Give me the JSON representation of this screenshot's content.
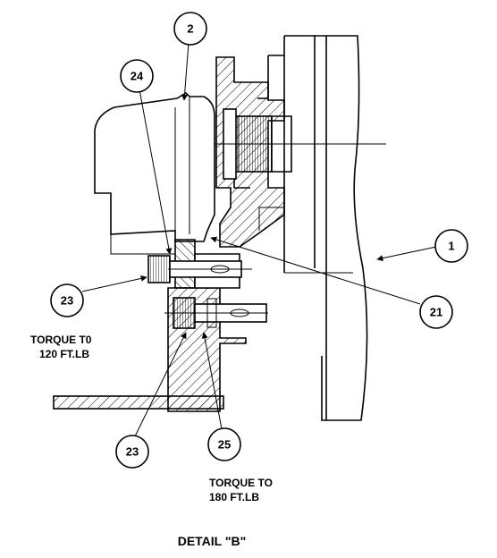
{
  "callouts": {
    "c1": "1",
    "c2": "2",
    "c21": "21",
    "c23_upper": "23",
    "c23_lower": "23",
    "c24": "24",
    "c25": "25"
  },
  "notes": {
    "torque_upper_line1": "TORQUE T0",
    "torque_upper_line2": "120 FT.LB",
    "torque_lower_line1": "TORQUE TO",
    "torque_lower_line2": "180 FT.LB"
  },
  "caption": "DETAIL \"B\""
}
